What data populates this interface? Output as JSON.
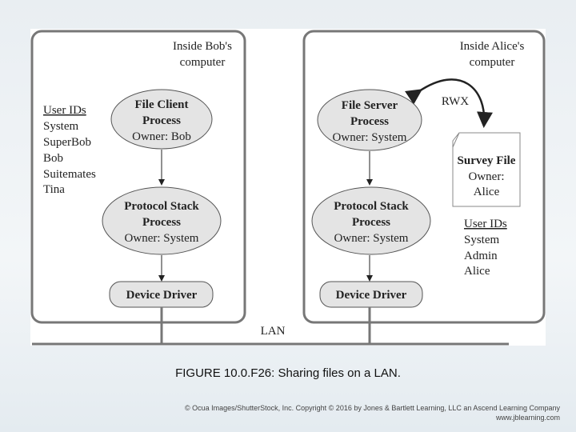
{
  "bob": {
    "title": [
      "Inside Bob's",
      "computer"
    ],
    "client": [
      "File Client",
      "Process",
      "Owner: Bob"
    ],
    "stack": [
      "Protocol Stack",
      "Process",
      "Owner: System"
    ],
    "driver": "Device Driver",
    "user_ids_header": "User IDs",
    "user_ids": [
      "System",
      "SuperBob",
      "Bob",
      "Suitemates",
      "Tina"
    ]
  },
  "alice": {
    "title": [
      "Inside Alice's",
      "computer"
    ],
    "server": [
      "File Server",
      "Process",
      "Owner: System"
    ],
    "stack": [
      "Protocol Stack",
      "Process",
      "Owner: System"
    ],
    "driver": "Device Driver",
    "rights": "RWX",
    "file": [
      "Survey File",
      "Owner:",
      "Alice"
    ],
    "user_ids_header": "User IDs",
    "user_ids": [
      "System",
      "Admin",
      "Alice"
    ]
  },
  "lan_label": "LAN",
  "caption": "FIGURE 10.0.F26: Sharing files on a LAN.",
  "credit": [
    "© Ocua Images/ShutterStock, Inc. Copyright © 2016 by Jones & Bartlett Learning, LLC an Ascend Learning Company",
    "www.jblearning.com"
  ]
}
